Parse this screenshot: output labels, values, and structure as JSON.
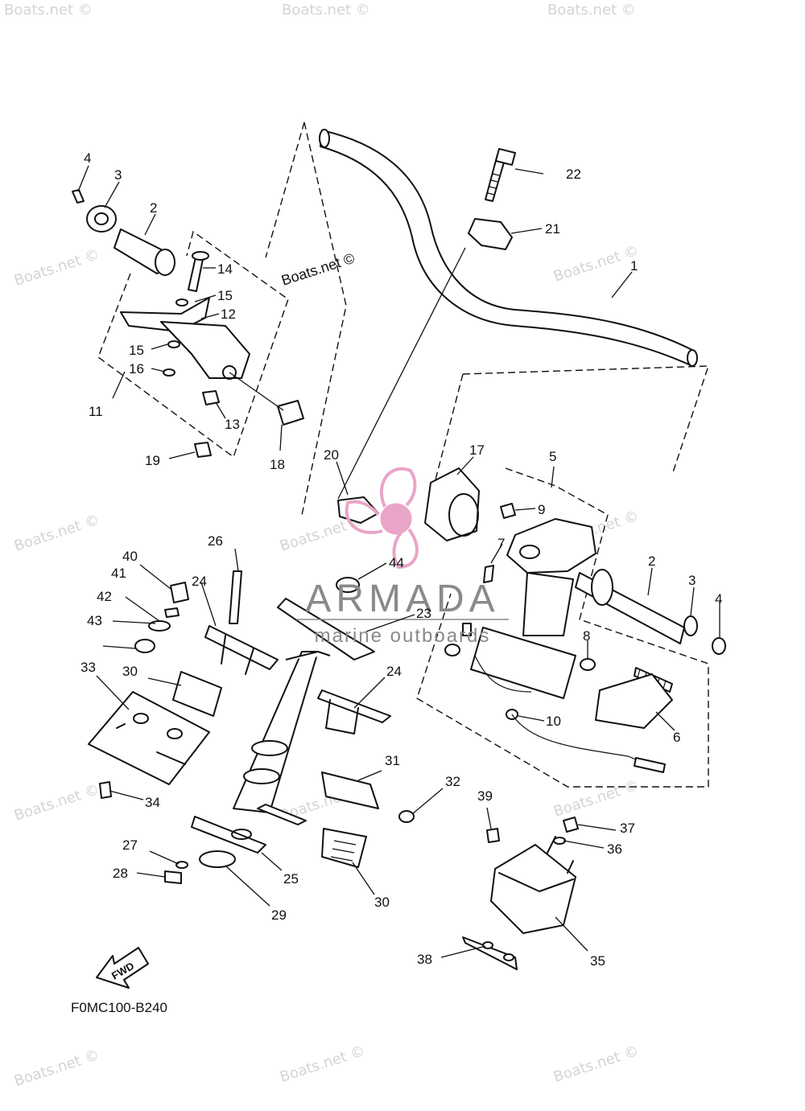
{
  "watermark": "Boats.net ©",
  "diagram_copyright": "Boats.net ©",
  "drawing_code": "F0MC100-B240",
  "fwd_label": "FWD",
  "brand": {
    "name": "ARMADA",
    "tagline": "marine outboards",
    "logo_color": "#e9a5c8",
    "text_color": "#8a8a8a"
  },
  "labels": [
    "1",
    "2",
    "3",
    "4",
    "5",
    "6",
    "7",
    "8",
    "9",
    "10",
    "11",
    "12",
    "13",
    "14",
    "15",
    "16",
    "17",
    "18",
    "19",
    "20",
    "21",
    "22",
    "23",
    "24",
    "25",
    "26",
    "27",
    "28",
    "29",
    "30",
    "31",
    "32",
    "33",
    "34",
    "35",
    "36",
    "37",
    "38",
    "39",
    "40",
    "41",
    "42",
    "43",
    "44"
  ]
}
